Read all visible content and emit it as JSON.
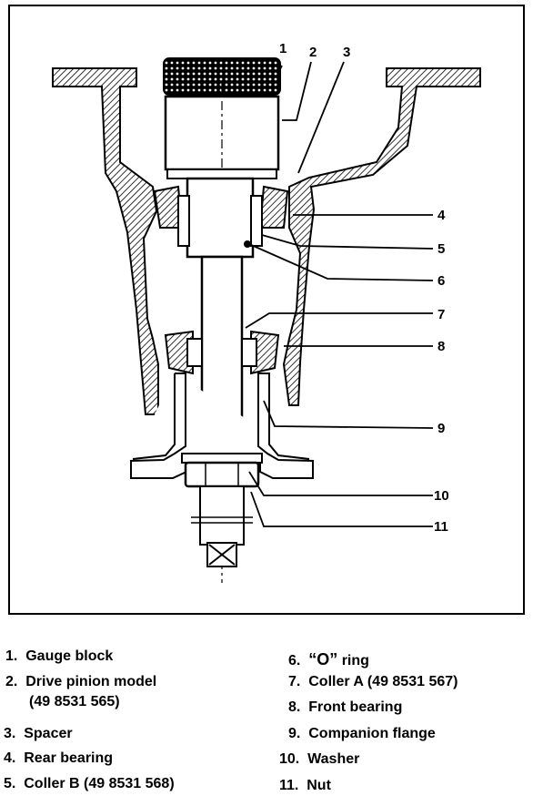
{
  "callouts": [
    "1",
    "2",
    "3",
    "4",
    "5",
    "6",
    "7",
    "8",
    "9",
    "10",
    "11"
  ],
  "legend": [
    {
      "num": "1.",
      "text": "Gauge block"
    },
    {
      "num": "2.",
      "text": "Drive pinion model",
      "text2": "(49 8531 565)"
    },
    {
      "num": "3.",
      "text": "Spacer"
    },
    {
      "num": "4.",
      "text": "Rear bearing"
    },
    {
      "num": "5.",
      "text": "Coller B (49 8531 568)"
    },
    {
      "num": "6.",
      "text_mark": "“O”",
      "text": "ring"
    },
    {
      "num": "7.",
      "text": "Coller A (49 8531 567)"
    },
    {
      "num": "8.",
      "text": "Front bearing"
    },
    {
      "num": "9.",
      "text": "Companion flange"
    },
    {
      "num": "10.",
      "text": "Washer"
    },
    {
      "num": "11.",
      "text": "Nut"
    }
  ]
}
